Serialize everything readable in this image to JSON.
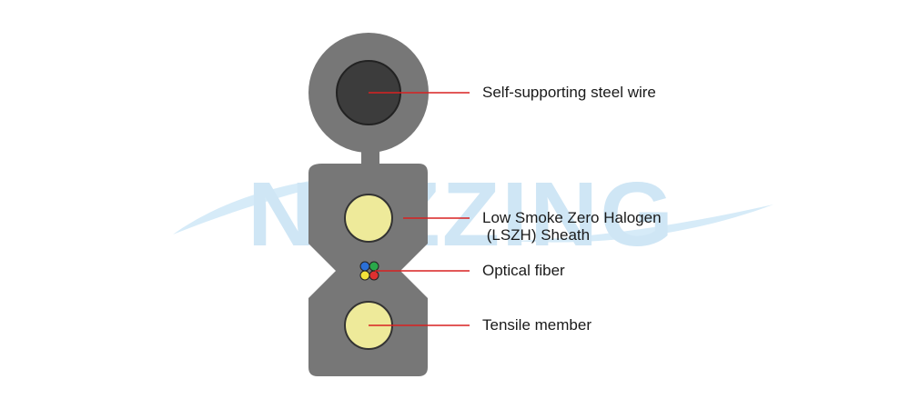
{
  "watermark": {
    "text": "NEZZING",
    "color": "#cfe6f5"
  },
  "labels": {
    "steel_wire": "Self-supporting steel wire",
    "sheath_line1": "Low Smoke Zero Halogen",
    "sheath_line2": " (LSZH) Sheath",
    "optical_fiber": "Optical fiber",
    "tensile_member": "Tensile member"
  },
  "colors": {
    "sheath": "#777777",
    "steel_wire": "#3c3c3c",
    "tensile_member": "#eeea9a",
    "leader_line": "#d92121",
    "fiber_blue": "#2b6fd6",
    "fiber_green": "#2aa84a",
    "fiber_yellow": "#f3e23a",
    "fiber_red": "#e03030"
  }
}
